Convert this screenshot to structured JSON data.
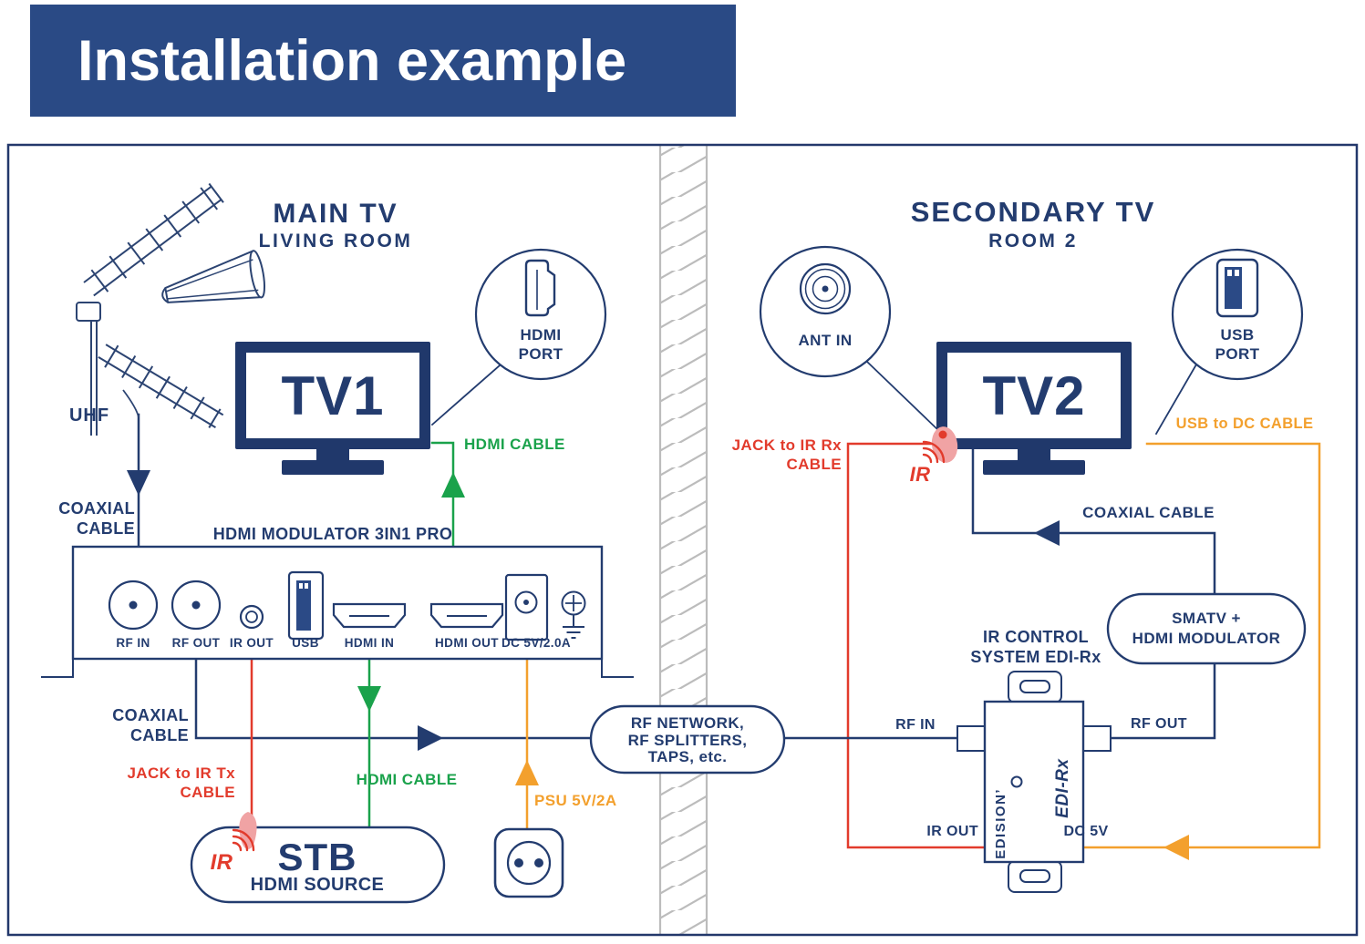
{
  "colors": {
    "banner_blue": "#2a4a85",
    "navy": "#233c6f",
    "green": "#1aa24b",
    "red": "#e23b2c",
    "orange": "#f3a02d",
    "pink": "#f0a3a4",
    "wall_gray": "#bcbcbc"
  },
  "banner": {
    "title": "Installation example"
  },
  "main_room": {
    "heading": "MAIN TV",
    "subheading": "LIVING ROOM",
    "tv_label": "TV1",
    "hdmi_port_callout": "HDMI\nPORT",
    "uhf_label": "UHF",
    "coaxial_cable_label": "COAXIAL\nCABLE",
    "hdmi_cable_label": "HDMI CABLE"
  },
  "modulator": {
    "title": "HDMI MODULATOR 3IN1 PRO",
    "ports": [
      "RF IN",
      "RF OUT",
      "IR OUT",
      "USB",
      "HDMI IN",
      "HDMI OUT",
      "DC 5V/2.0A"
    ],
    "coaxial_cable_label": "COAXIAL\nCABLE",
    "jack_to_ir_tx_label": "JACK to IR Tx\nCABLE",
    "hdmi_cable_label": "HDMI CABLE",
    "psu_label": "PSU 5V/2A"
  },
  "stb": {
    "title": "STB",
    "subtitle": "HDMI SOURCE",
    "ir_label": "IR"
  },
  "rf_network": {
    "label": "RF NETWORK,\nRF SPLITTERS,\nTAPS, etc."
  },
  "secondary_room": {
    "heading": "SECONDARY TV",
    "subheading": "ROOM 2",
    "tv_label": "TV2",
    "ant_in_callout": "ANT IN",
    "usb_port_callout": "USB\nPORT",
    "jack_to_ir_rx_label": "JACK to IR Rx\nCABLE",
    "ir_label": "IR",
    "usb_to_dc_label": "USB to DC CABLE",
    "coaxial_cable_label": "COAXIAL CABLE",
    "smatv_label": "SMATV +\nHDMI MODULATOR"
  },
  "edi_rx": {
    "title": "IR CONTROL\nSYSTEM EDI-Rx",
    "brand": "EDISION’",
    "model": "EDI-Rx",
    "rf_in_label": "RF IN",
    "rf_out_label": "RF OUT",
    "ir_out_label": "IR OUT",
    "dc_5v_label": "DC 5V"
  }
}
